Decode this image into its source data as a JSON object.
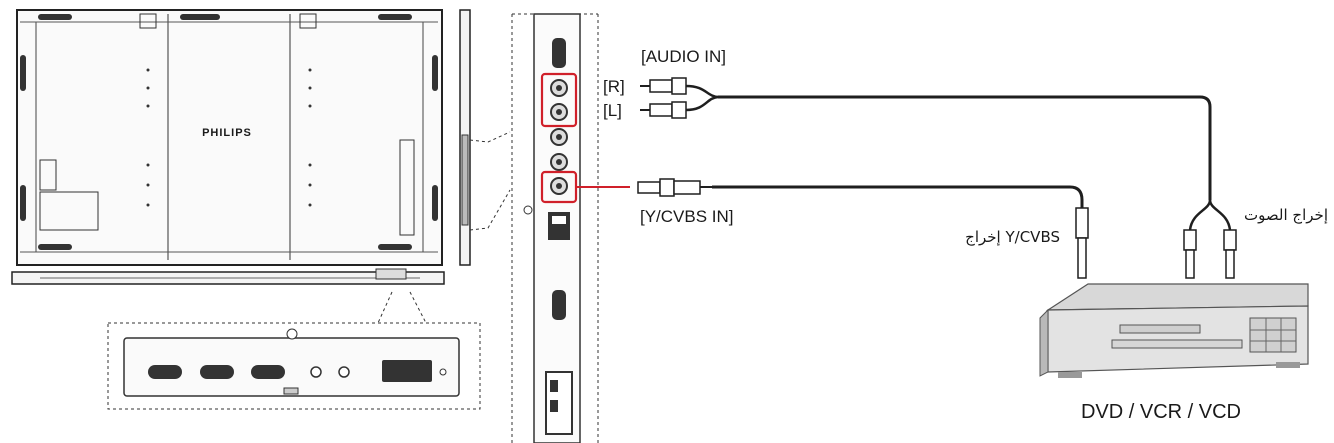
{
  "labels": {
    "audio_in": "[AUDIO IN]",
    "right": "[R]",
    "left": "[L]",
    "ycvbs_in": "[Y/CVBS IN]",
    "ycvbs_out": "إخراج Y/CVBS",
    "audio_out": "إخراج الصوت",
    "device": "DVD / VCR / VCD",
    "brand": "PHILIPS"
  },
  "colors": {
    "line": "#1f1f1f",
    "highlight": "#d0202a",
    "device_body": "#e3e3e3",
    "device_shade": "#b9b9b9"
  }
}
